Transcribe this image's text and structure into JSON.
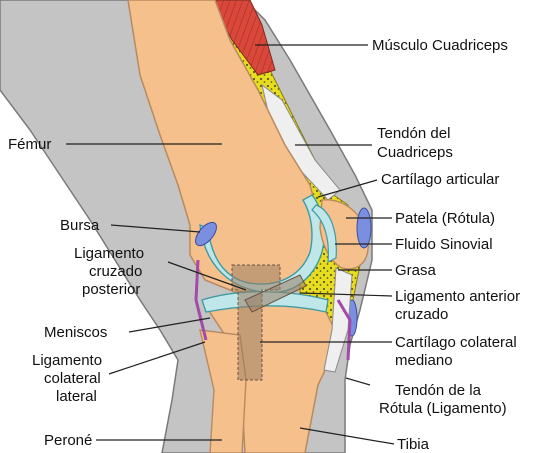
{
  "labels": {
    "quadriceps_muscle": "Músculo Cuadriceps",
    "femur": "Fémur",
    "quadriceps_tendon_1": "Tendón del",
    "quadriceps_tendon_2": "Cuadriceps",
    "articular_cartilage": "Cartílago articular",
    "bursa": "Bursa",
    "patella": "Patela (Rótula)",
    "pcl_1": "Ligamento",
    "pcl_2": "cruzado",
    "pcl_3": "posterior",
    "synovial_fluid": "Fluido Sinovial",
    "fat": "Grasa",
    "acl_1": "Ligamento anterior",
    "acl_2": "cruzado",
    "menisci": "Meniscos",
    "mcl_1": "Cartílago colateral",
    "mcl_2": "mediano",
    "lcl_1": "Ligamento",
    "lcl_2": "colateral",
    "lcl_3": "lateral",
    "patellar_tendon_1": "Tendón de la",
    "patellar_tendon_2": "Rótula (Ligamento)",
    "fibula": "Peroné",
    "tibia": "Tibia"
  },
  "colors": {
    "skin": "#c4c4c4",
    "bone": "#f6c08d",
    "bone_edge": "#b88a5e",
    "cartilage": "#bfe7ea",
    "cartilage_edge": "#3f9aa2",
    "fat": "#e8dc1e",
    "muscle": "#d9483b",
    "tendon": "#efefef",
    "bursa": "#7b8fe0",
    "ligament": "#b28f6a",
    "leader": "#222222"
  }
}
